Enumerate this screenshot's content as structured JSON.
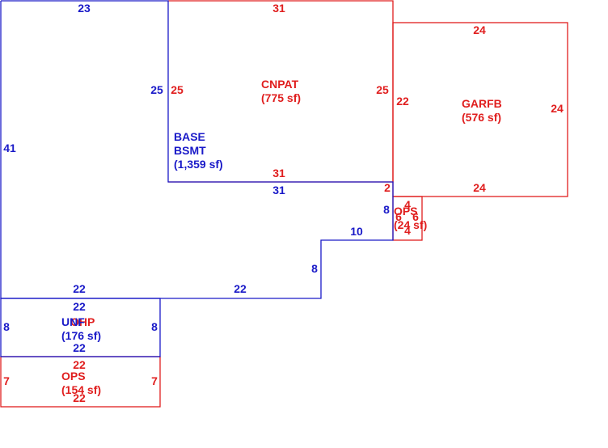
{
  "colors": {
    "blue": "#1a1ac8",
    "red": "#e01e1e"
  },
  "areas": [
    {
      "id": "base",
      "color": "blue",
      "name_lines": [
        "BASE",
        "BSMT"
      ],
      "area": "(1,359 sf)"
    },
    {
      "id": "cnpat",
      "color": "red",
      "name_lines": [
        "CNPAT"
      ],
      "area": "(775 sf)"
    },
    {
      "id": "garfb",
      "color": "red",
      "name_lines": [
        "GARFB"
      ],
      "area": "(576 sf)"
    },
    {
      "id": "ops_small",
      "color": "red",
      "name_lines": [
        "OPS"
      ],
      "area": "(24 sf)"
    },
    {
      "id": "ohp",
      "color": "red",
      "name_lines": [
        "OHP"
      ],
      "area": ""
    },
    {
      "id": "unf",
      "color": "blue",
      "name_lines": [
        "UNF"
      ],
      "area": "(176 sf)"
    },
    {
      "id": "ops_bottom",
      "color": "red",
      "name_lines": [
        "OPS"
      ],
      "area": "(154 sf)"
    }
  ],
  "dimensions": [
    {
      "id": "base-top",
      "value": "23",
      "color": "blue"
    },
    {
      "id": "base-left",
      "value": "41",
      "color": "blue"
    },
    {
      "id": "base-inner-right",
      "value": "25",
      "color": "blue"
    },
    {
      "id": "base-inner-bottom",
      "value": "31",
      "color": "blue"
    },
    {
      "id": "base-step-right",
      "value": "8",
      "color": "blue"
    },
    {
      "id": "base-step-top",
      "value": "10",
      "color": "blue"
    },
    {
      "id": "base-step-down",
      "value": "8",
      "color": "blue"
    },
    {
      "id": "base-bottom-right",
      "value": "22",
      "color": "blue"
    },
    {
      "id": "base-bottom-left",
      "value": "22",
      "color": "blue"
    },
    {
      "id": "cnpat-top",
      "value": "31",
      "color": "red"
    },
    {
      "id": "cnpat-left",
      "value": "25",
      "color": "red"
    },
    {
      "id": "cnpat-right",
      "value": "25",
      "color": "red"
    },
    {
      "id": "cnpat-bottom",
      "value": "31",
      "color": "red"
    },
    {
      "id": "cnpat-corner",
      "value": "2",
      "color": "red"
    },
    {
      "id": "garfb-top",
      "value": "24",
      "color": "red"
    },
    {
      "id": "garfb-left",
      "value": "22",
      "color": "red"
    },
    {
      "id": "garfb-right",
      "value": "24",
      "color": "red"
    },
    {
      "id": "garfb-bottom",
      "value": "24",
      "color": "red"
    },
    {
      "id": "ops-small-top",
      "value": "4",
      "color": "red"
    },
    {
      "id": "ops-small-left",
      "value": "6",
      "color": "red"
    },
    {
      "id": "ops-small-right",
      "value": "6",
      "color": "red"
    },
    {
      "id": "ops-small-bottom",
      "value": "4",
      "color": "red"
    },
    {
      "id": "unf-top",
      "value": "22",
      "color": "blue"
    },
    {
      "id": "unf-left",
      "value": "8",
      "color": "blue"
    },
    {
      "id": "unf-right",
      "value": "8",
      "color": "blue"
    },
    {
      "id": "unf-bottom",
      "value": "22",
      "color": "blue"
    },
    {
      "id": "ops-bottom-top",
      "value": "22",
      "color": "red"
    },
    {
      "id": "ops-bottom-left",
      "value": "7",
      "color": "red"
    },
    {
      "id": "ops-bottom-right",
      "value": "7",
      "color": "red"
    },
    {
      "id": "ops-bottom-bottom",
      "value": "22",
      "color": "red"
    }
  ]
}
